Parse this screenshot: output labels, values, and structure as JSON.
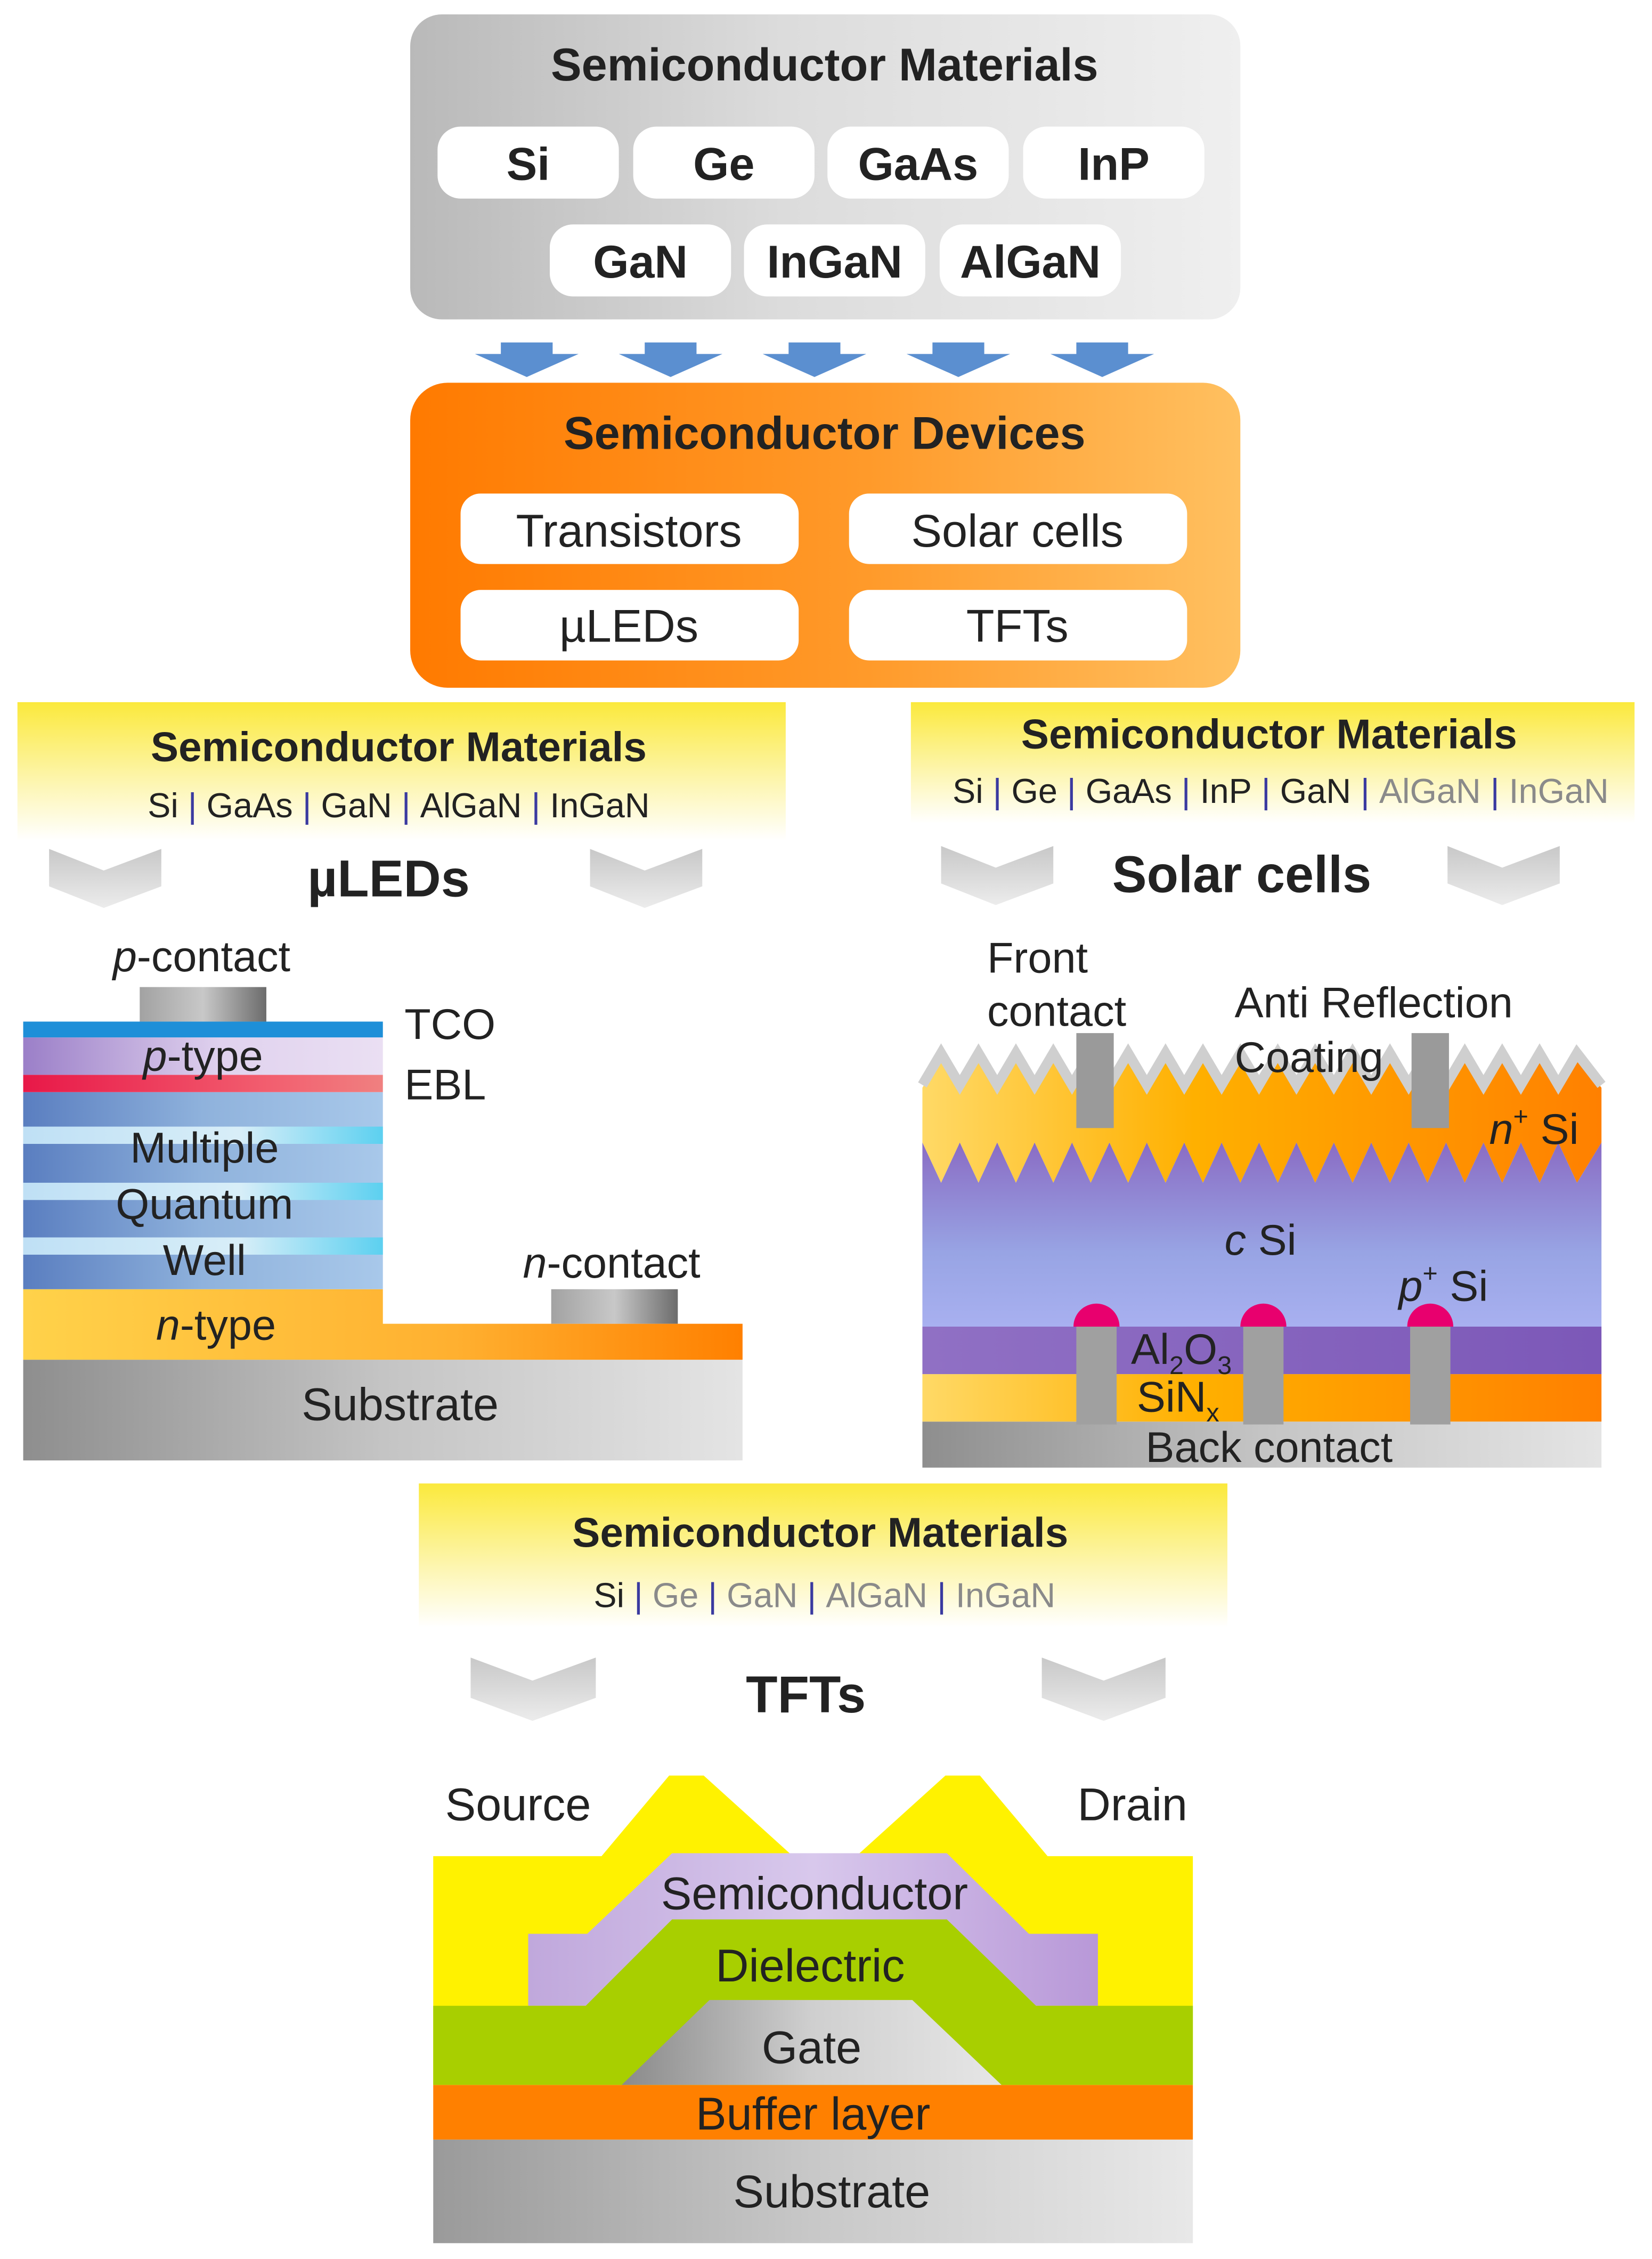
{
  "top": {
    "title": "Semiconductor Materials",
    "materials_row1": [
      "Si",
      "Ge",
      "GaAs",
      "InP"
    ],
    "materials_row2": [
      "GaN",
      "InGaN",
      "AlGaN"
    ]
  },
  "devices": {
    "title": "Semiconductor Devices",
    "items": [
      "Transistors",
      "Solar cells",
      "µLEDs",
      "TFTs"
    ]
  },
  "uled_panel": {
    "materials_title": "Semiconductor Materials",
    "materials": [
      {
        "text": "Si",
        "active": true
      },
      {
        "text": "GaAs",
        "active": true
      },
      {
        "text": "GaN",
        "active": true
      },
      {
        "text": "AlGaN",
        "active": true
      },
      {
        "text": "InGaN",
        "active": true
      }
    ],
    "heading": "µLEDs",
    "p_contact_italic": "p",
    "p_contact_rest": "-contact",
    "p_type_italic": "p",
    "p_type_rest": "-type",
    "tco": "TCO",
    "ebl": "EBL",
    "mqw_line1": "Multiple",
    "mqw_line2": "Quantum",
    "mqw_line3": "Well",
    "n_type_italic": "n",
    "n_type_rest": "-type",
    "n_contact_italic": "n",
    "n_contact_rest": "-contact",
    "substrate": "Substrate"
  },
  "solar_panel": {
    "materials_title": "Semiconductor Materials",
    "materials": [
      {
        "text": "Si",
        "active": true
      },
      {
        "text": "Ge",
        "active": true
      },
      {
        "text": "GaAs",
        "active": true
      },
      {
        "text": "InP",
        "active": true
      },
      {
        "text": "GaN",
        "active": true
      },
      {
        "text": "AlGaN",
        "active": false
      },
      {
        "text": "InGaN",
        "active": false
      }
    ],
    "heading": "Solar cells",
    "front_contact_line1": "Front",
    "front_contact_line2": "contact",
    "arc_line1": "Anti Reflection",
    "arc_line2": "Coating",
    "n_si_sup": "+",
    "n_si_italic": "n",
    "n_si_rest": " Si",
    "c_si_italic": "c",
    "c_si_rest": " Si",
    "p_si_sup": "+",
    "p_si_italic": "p",
    "p_si_rest": " Si",
    "al2o3_a": "Al",
    "al2o3_sub1": "2",
    "al2o3_b": "O",
    "al2o3_sub2": "3",
    "sinx_a": "SiN",
    "sinx_sub": "x",
    "back_contact": "Back contact"
  },
  "tft_panel": {
    "materials_title": "Semiconductor Materials",
    "materials": [
      {
        "text": "Si",
        "active": true
      },
      {
        "text": "Ge",
        "active": false
      },
      {
        "text": "GaN",
        "active": false
      },
      {
        "text": "AlGaN",
        "active": false
      },
      {
        "text": "InGaN",
        "active": false
      }
    ],
    "heading": "TFTs",
    "source": "Source",
    "drain": "Drain",
    "semiconductor": "Semiconductor",
    "dielectric": "Dielectric",
    "gate": "Gate",
    "buffer": "Buffer layer",
    "substrate": "Substrate"
  },
  "colors": {
    "active_text": "#222222",
    "inactive_text": "#8a8a8a",
    "separator": "#3a3aa0",
    "orange": "#ff8000",
    "yellow": "#fff100",
    "green": "#a8cf00",
    "purple": "#8a64b8"
  }
}
